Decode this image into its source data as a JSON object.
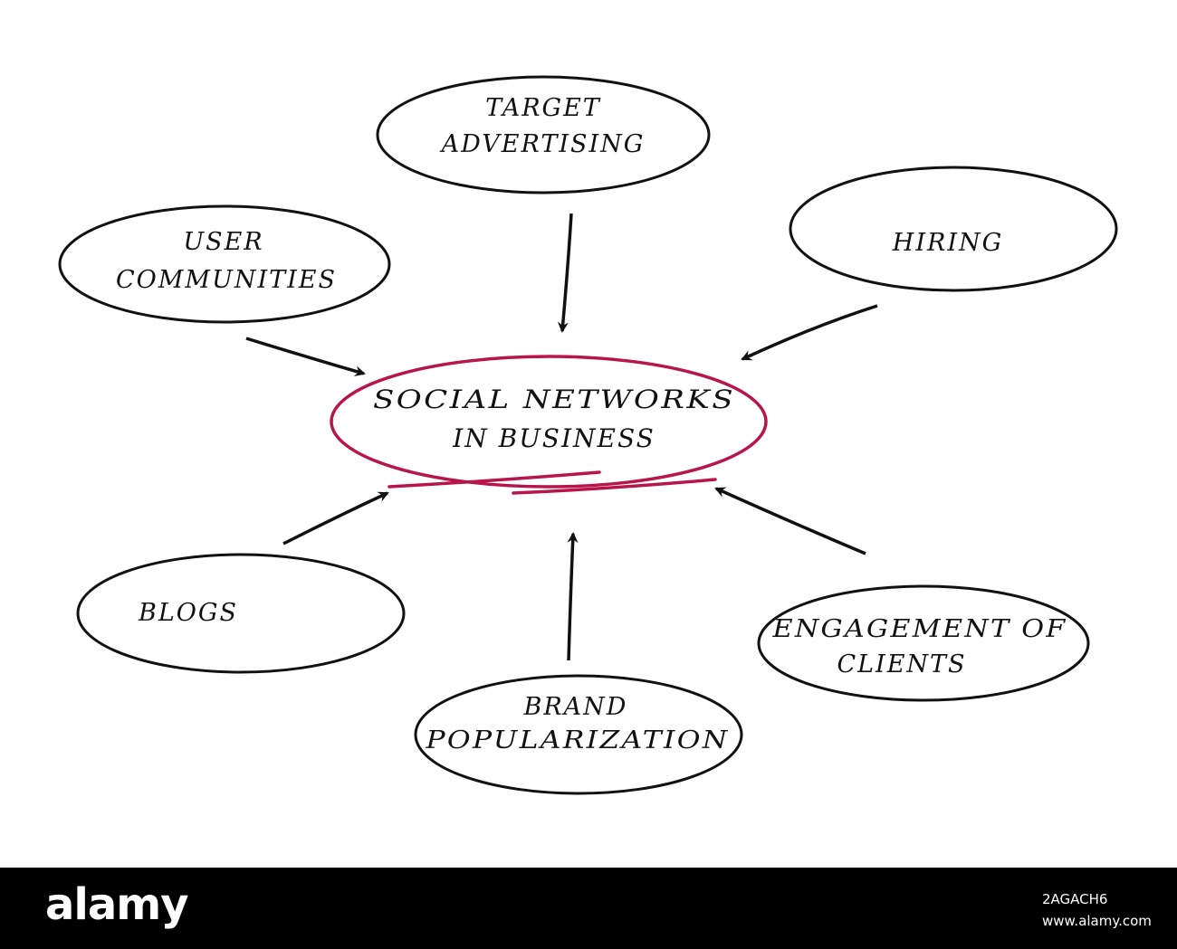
{
  "diagram": {
    "center": {
      "lines": [
        "SOCIAL NETWORKS",
        "IN BUSINESS"
      ],
      "color": "#b8164a"
    },
    "nodes": [
      {
        "id": "target-advertising",
        "lines": [
          "TARGET",
          "ADVERTISING"
        ]
      },
      {
        "id": "hiring",
        "lines": [
          "HIRING"
        ]
      },
      {
        "id": "user-communities",
        "lines": [
          "USER",
          "COMMUNITIES"
        ]
      },
      {
        "id": "blogs",
        "lines": [
          "BLOGS"
        ]
      },
      {
        "id": "brand-popularization",
        "lines": [
          "BRAND",
          "POPULARIZATION"
        ]
      },
      {
        "id": "engagement-of-clients",
        "lines": [
          "ENGAGEMENT OF",
          "CLIENTS"
        ]
      }
    ]
  },
  "watermark": {
    "brand": "alamy",
    "image_id": "2AGACH6",
    "site": "www.alamy.com"
  }
}
